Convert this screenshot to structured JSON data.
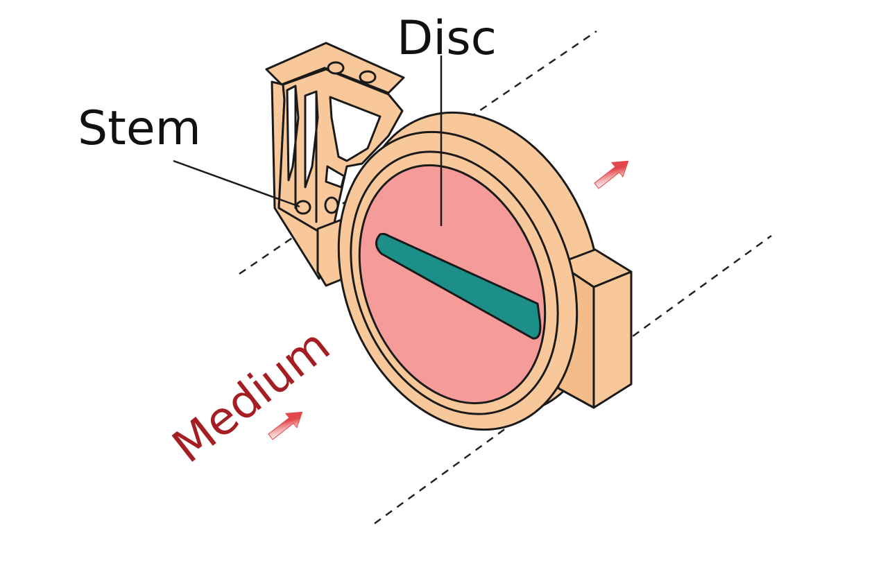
{
  "labels": {
    "disc": "Disc",
    "stem": "Stem",
    "medium": "Medium"
  },
  "colors": {
    "body_fill": "#F8C89A",
    "disc_fill": "#F59C9A",
    "stem_bar": "#1B8F88",
    "outline": "#1A1A1A",
    "arrow": "#E4474A",
    "medium_text": "#A41F23",
    "flow_line": "#222222"
  },
  "icons": {
    "flow_arrow_in": "flow-arrow-icon",
    "flow_arrow_out": "flow-arrow-icon"
  }
}
